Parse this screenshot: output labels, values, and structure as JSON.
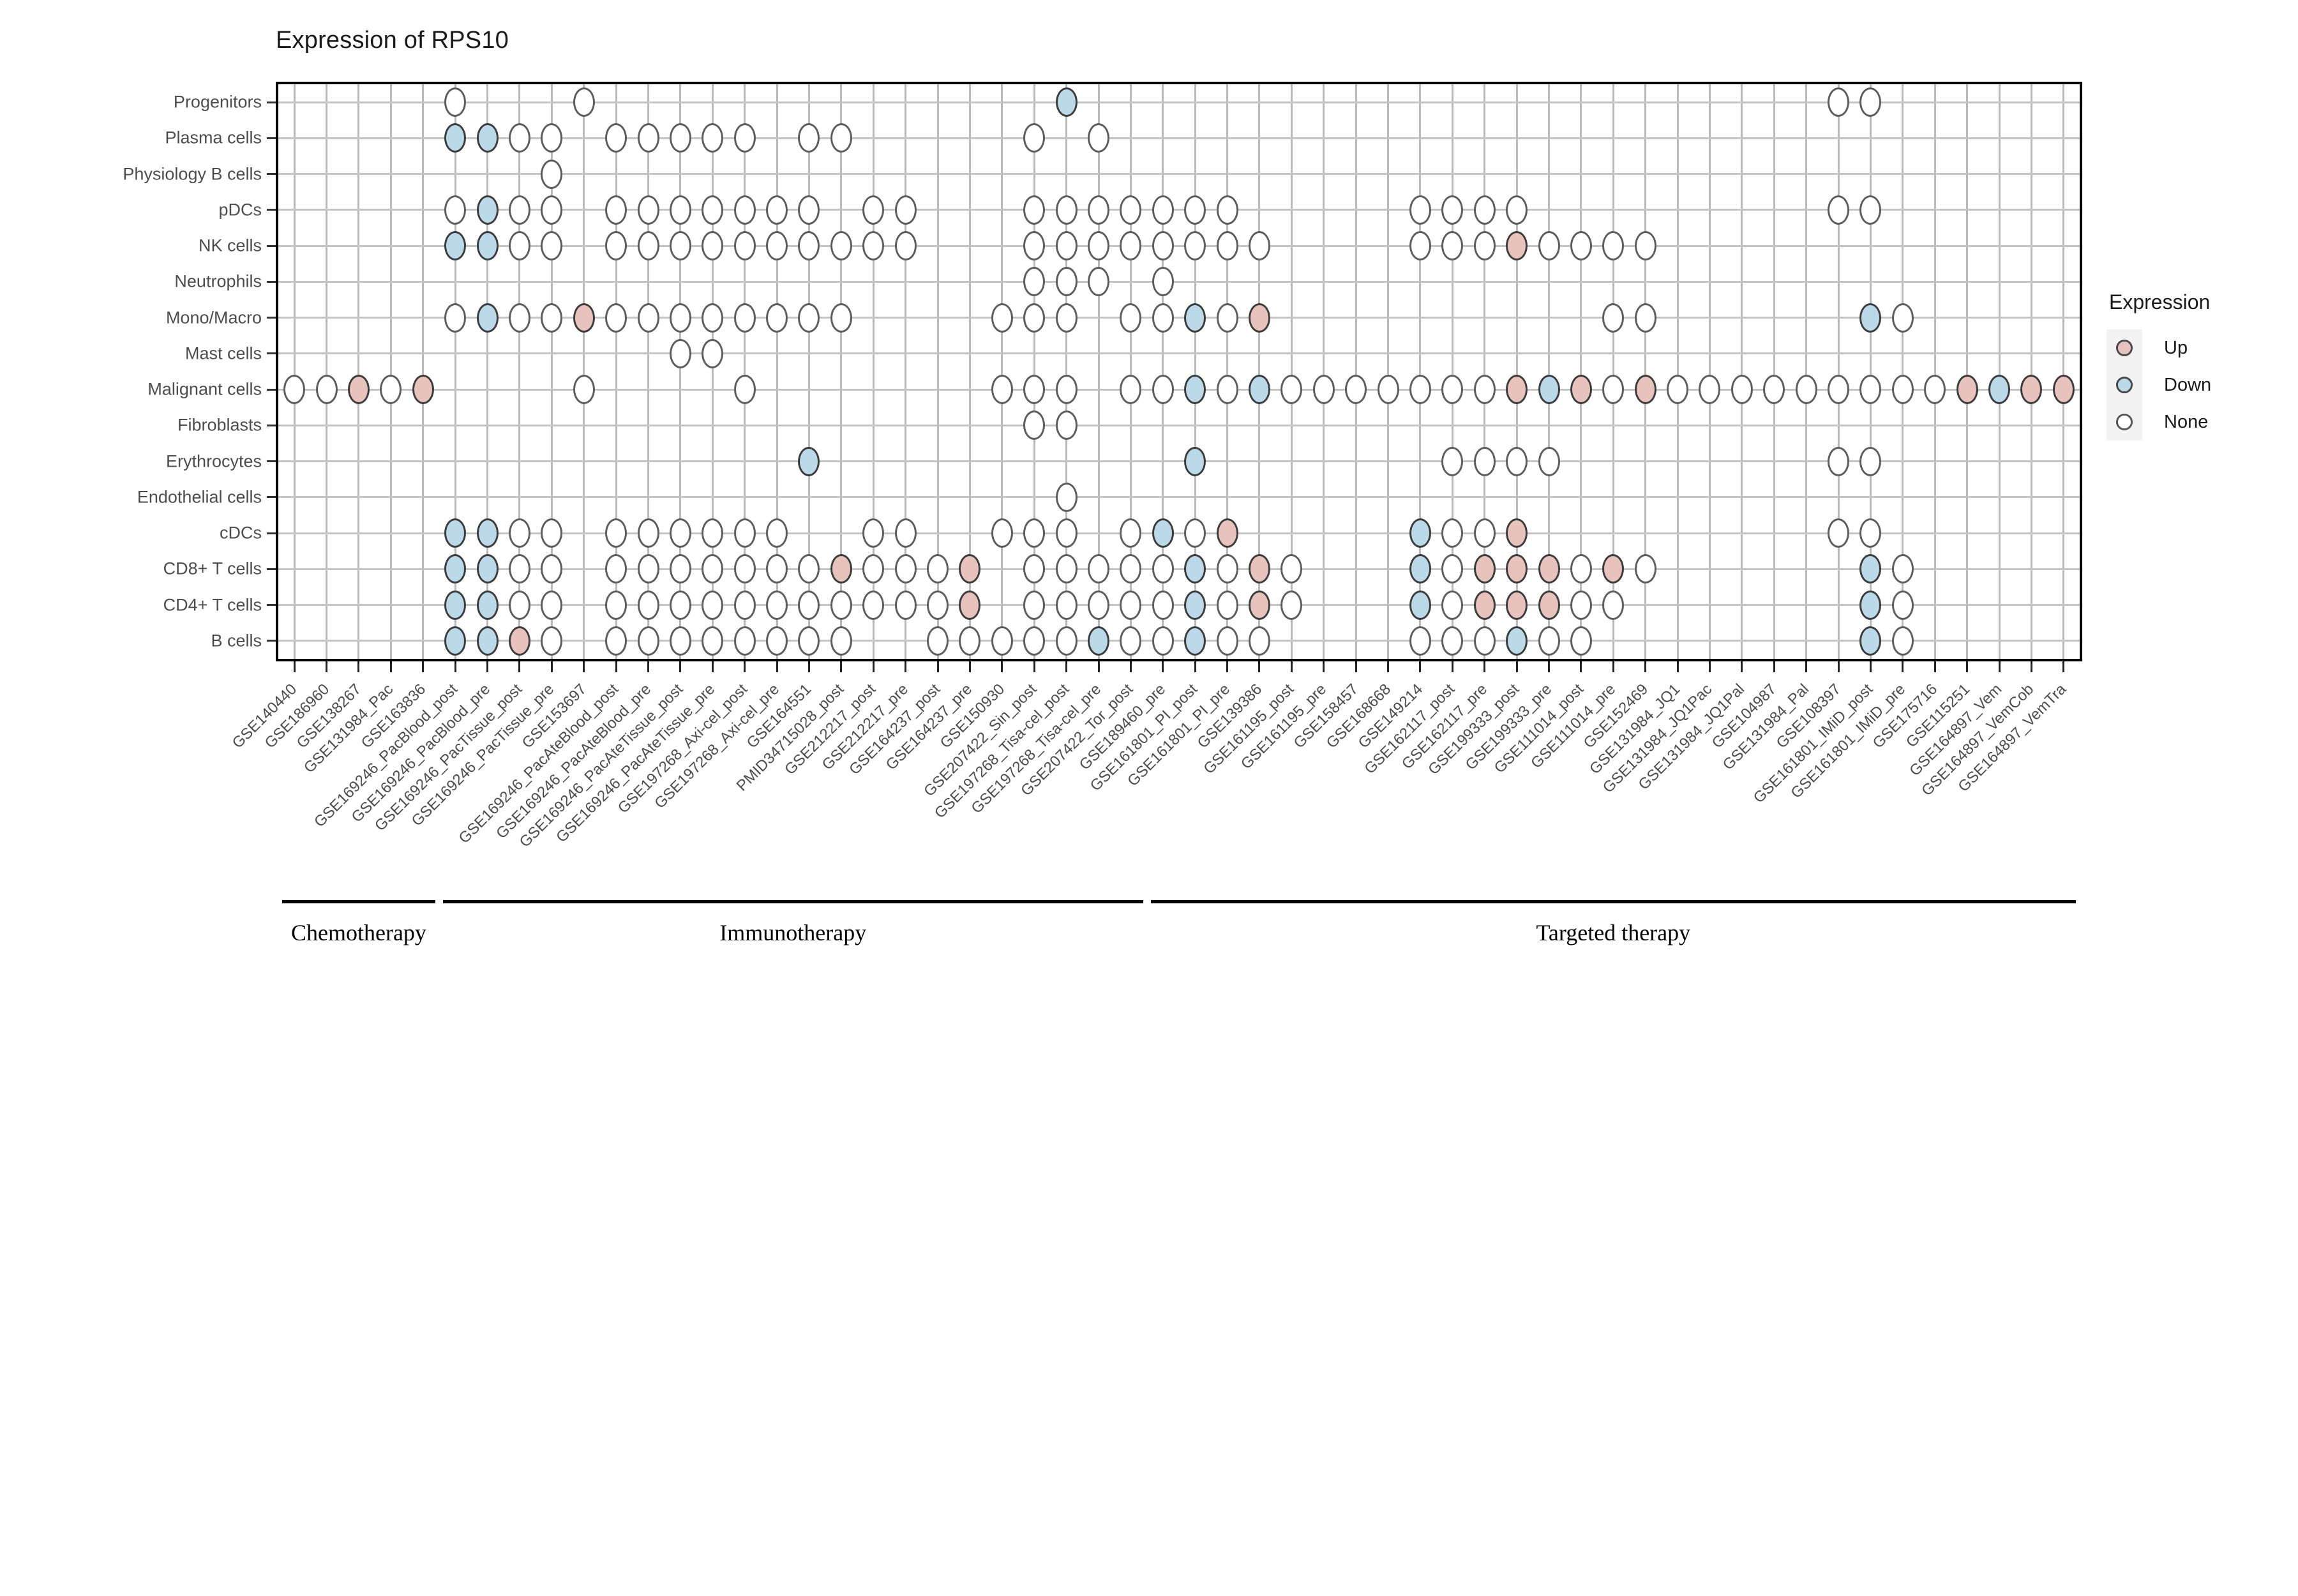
{
  "chart_data": {
    "type": "heatmap",
    "title": "Expression of RPS10",
    "xlabel": "",
    "ylabel": "",
    "grid": true,
    "legend": {
      "title": "Expression",
      "position": "right",
      "entries": [
        {
          "label": "Up",
          "color": "#e8c3bd",
          "state": "up"
        },
        {
          "label": "Down",
          "color": "#bcd9ea",
          "state": "down"
        },
        {
          "label": "None",
          "color": "#ffffff",
          "state": "none"
        }
      ]
    },
    "colors": {
      "up": "#e8c3bd",
      "down": "#bcd9ea",
      "none": "#ffffff",
      "dot_border": "#585858",
      "panel_border": "#000000",
      "grid": "#bdbdbd",
      "axis_text": "#4d4d4d"
    },
    "y_categories": [
      "Progenitors",
      "Plasma cells",
      "Physiology B cells",
      "pDCs",
      "NK cells",
      "Neutrophils",
      "Mono/Macro",
      "Mast cells",
      "Malignant cells",
      "Fibroblasts",
      "Erythrocytes",
      "Endothelial cells",
      "cDCs",
      "CD8+ T cells",
      "CD4+ T cells",
      "B cells"
    ],
    "x_categories": [
      "GSE140440",
      "GSE186960",
      "GSE138267",
      "GSE131984_Pac",
      "GSE163836",
      "GSE169246_PacBlood_post",
      "GSE169246_PacBlood_pre",
      "GSE169246_PacTissue_post",
      "GSE169246_PacTissue_pre",
      "GSE153697",
      "GSE169246_PacAteBlood_post",
      "GSE169246_PacAteBlood_pre",
      "GSE169246_PacAteTissue_post",
      "GSE169246_PacAteTissue_pre",
      "GSE197268_Axi-cel_post",
      "GSE197268_Axi-cel_pre",
      "GSE164551",
      "PMID34715028_post",
      "GSE212217_post",
      "GSE212217_pre",
      "GSE164237_post",
      "GSE164237_pre",
      "GSE150930",
      "GSE207422_Sin_post",
      "GSE197268_Tisa-cel_post",
      "GSE197268_Tisa-cel_pre",
      "GSE207422_Tor_post",
      "GSE189460_pre",
      "GSE161801_PI_post",
      "GSE161801_PI_pre",
      "GSE139386",
      "GSE161195_post",
      "GSE161195_pre",
      "GSE158457",
      "GSE168668",
      "GSE149214",
      "GSE162117_post",
      "GSE162117_pre",
      "GSE199333_post",
      "GSE199333_pre",
      "GSE111014_post",
      "GSE111014_pre",
      "GSE152469",
      "GSE131984_JQ1",
      "GSE131984_JQ1Pac",
      "GSE131984_JQ1Pal",
      "GSE104987",
      "GSE131984_Pal",
      "GSE108397",
      "GSE161801_IMiD_post",
      "GSE161801_IMiD_pre",
      "GSE175716",
      "GSE115251",
      "GSE164897_Vem",
      "GSE164897_VemCob",
      "GSE164897_VemTra"
    ],
    "therapy_groups": [
      {
        "label": "Chemotherapy",
        "start_index": 0,
        "end_index": 4
      },
      {
        "label": "Immunotherapy",
        "start_index": 5,
        "end_index": 26
      },
      {
        "label": "Targeted therapy",
        "start_index": 27,
        "end_index": 55
      }
    ],
    "cells": [
      {
        "row": "Progenitors",
        "values": [
          "",
          "",
          "",
          "",
          "",
          "none",
          "",
          "",
          "",
          "none",
          "",
          "",
          "",
          "",
          "",
          "",
          "",
          "",
          "",
          "",
          "",
          "",
          "",
          "",
          "down",
          "",
          "",
          "",
          "",
          "",
          "",
          "",
          "",
          "",
          "",
          "",
          "",
          "",
          "",
          "",
          "",
          "",
          "",
          "",
          "",
          "",
          "",
          "",
          "none",
          "none",
          "",
          "",
          "",
          "",
          "",
          ""
        ]
      },
      {
        "row": "Plasma cells",
        "values": [
          "",
          "",
          "",
          "",
          "",
          "down",
          "down",
          "none",
          "none",
          "",
          "none",
          "none",
          "none",
          "none",
          "none",
          "",
          "none",
          "none",
          "",
          "",
          "",
          "",
          "",
          "none",
          "",
          "none",
          "",
          "",
          "",
          "",
          "",
          "",
          "",
          "",
          "",
          "",
          "",
          "",
          "",
          "",
          "",
          "",
          "",
          "",
          "",
          "",
          "",
          "",
          "",
          "",
          "",
          "",
          "",
          "",
          "",
          ""
        ]
      },
      {
        "row": "Physiology B cells",
        "values": [
          "",
          "",
          "",
          "",
          "",
          "",
          "",
          "",
          "none",
          "",
          "",
          "",
          "",
          "",
          "",
          "",
          "",
          "",
          "",
          "",
          "",
          "",
          "",
          "",
          "",
          "",
          "",
          "",
          "",
          "",
          "",
          "",
          "",
          "",
          "",
          "",
          "",
          "",
          "",
          "",
          "",
          "",
          "",
          "",
          "",
          "",
          "",
          "",
          "",
          "",
          "",
          "",
          "",
          "",
          "",
          ""
        ]
      },
      {
        "row": "pDCs",
        "values": [
          "",
          "",
          "",
          "",
          "",
          "none",
          "down",
          "none",
          "none",
          "",
          "none",
          "none",
          "none",
          "none",
          "none",
          "none",
          "none",
          "",
          "none",
          "none",
          "",
          "",
          "",
          "none",
          "none",
          "none",
          "none",
          "none",
          "none",
          "none",
          "",
          "",
          "",
          "",
          "",
          "none",
          "none",
          "none",
          "none",
          "",
          "",
          "",
          "",
          "",
          "",
          "",
          "",
          "",
          "none",
          "none",
          "",
          "",
          "",
          "",
          "",
          ""
        ]
      },
      {
        "row": "NK cells",
        "values": [
          "",
          "",
          "",
          "",
          "",
          "down",
          "down",
          "none",
          "none",
          "",
          "none",
          "none",
          "none",
          "none",
          "none",
          "none",
          "none",
          "none",
          "none",
          "none",
          "",
          "",
          "",
          "none",
          "none",
          "none",
          "none",
          "none",
          "none",
          "none",
          "none",
          "",
          "",
          "",
          "",
          "none",
          "none",
          "none",
          "up",
          "none",
          "none",
          "none",
          "none",
          "",
          "",
          "",
          "",
          "",
          "",
          "",
          "",
          "",
          "",
          "",
          "",
          ""
        ]
      },
      {
        "row": "Neutrophils",
        "values": [
          "",
          "",
          "",
          "",
          "",
          "",
          "",
          "",
          "",
          "",
          "",
          "",
          "",
          "",
          "",
          "",
          "",
          "",
          "",
          "",
          "",
          "",
          "",
          "none",
          "none",
          "none",
          "",
          "none",
          "",
          "",
          "",
          "",
          "",
          "",
          "",
          "",
          "",
          "",
          "",
          "",
          "",
          "",
          "",
          "",
          "",
          "",
          "",
          "",
          "",
          "",
          "",
          "",
          "",
          "",
          "",
          ""
        ]
      },
      {
        "row": "Mono/Macro",
        "values": [
          "",
          "",
          "",
          "",
          "",
          "none",
          "down",
          "none",
          "none",
          "up",
          "none",
          "none",
          "none",
          "none",
          "none",
          "none",
          "none",
          "none",
          "",
          "",
          "",
          "",
          "none",
          "none",
          "none",
          "",
          "none",
          "none",
          "down",
          "none",
          "up",
          "",
          "",
          "",
          "",
          "",
          "",
          "",
          "",
          "",
          "",
          "none",
          "none",
          "",
          "",
          "",
          "",
          "",
          "",
          "down",
          "none",
          "",
          "",
          "",
          "",
          ""
        ]
      },
      {
        "row": "Mast cells",
        "values": [
          "",
          "",
          "",
          "",
          "",
          "",
          "",
          "",
          "",
          "",
          "",
          "",
          "none",
          "none",
          "",
          "",
          "",
          "",
          "",
          "",
          "",
          "",
          "",
          "",
          "",
          "",
          "",
          "",
          "",
          "",
          "",
          "",
          "",
          "",
          "",
          "",
          "",
          "",
          "",
          "",
          "",
          "",
          "",
          "",
          "",
          "",
          "",
          "",
          "",
          "",
          "",
          "",
          "",
          "",
          "",
          ""
        ]
      },
      {
        "row": "Malignant cells",
        "values": [
          "none",
          "none",
          "up",
          "none",
          "up",
          "",
          "",
          "",
          "",
          "none",
          "",
          "",
          "",
          "",
          "none",
          "",
          "",
          "",
          "",
          "",
          "",
          "",
          "none",
          "none",
          "none",
          "",
          "none",
          "none",
          "down",
          "none",
          "down",
          "none",
          "none",
          "none",
          "none",
          "none",
          "none",
          "none",
          "up",
          "down",
          "up",
          "none",
          "up",
          "none",
          "none",
          "none",
          "none",
          "none",
          "none",
          "none",
          "none",
          "none",
          "up",
          "down",
          "up",
          "up"
        ]
      },
      {
        "row": "Fibroblasts",
        "values": [
          "",
          "",
          "",
          "",
          "",
          "",
          "",
          "",
          "",
          "",
          "",
          "",
          "",
          "",
          "",
          "",
          "",
          "",
          "",
          "",
          "",
          "",
          "",
          "none",
          "none",
          "",
          "",
          "",
          "",
          "",
          "",
          "",
          "",
          "",
          "",
          "",
          "",
          "",
          "",
          "",
          "",
          "",
          "",
          "",
          "",
          "",
          "",
          "",
          "",
          "",
          "",
          "",
          "",
          "",
          "",
          ""
        ]
      },
      {
        "row": "Erythrocytes",
        "values": [
          "",
          "",
          "",
          "",
          "",
          "",
          "",
          "",
          "",
          "",
          "",
          "",
          "",
          "",
          "",
          "",
          "down",
          "",
          "",
          "",
          "",
          "",
          "",
          "",
          "",
          "",
          "",
          "",
          "down",
          "",
          "",
          "",
          "",
          "",
          "",
          "",
          "none",
          "none",
          "none",
          "none",
          "",
          "",
          "",
          "",
          "",
          "",
          "",
          "",
          "none",
          "none",
          "",
          "",
          "",
          "",
          "",
          ""
        ]
      },
      {
        "row": "Endothelial cells",
        "values": [
          "",
          "",
          "",
          "",
          "",
          "",
          "",
          "",
          "",
          "",
          "",
          "",
          "",
          "",
          "",
          "",
          "",
          "",
          "",
          "",
          "",
          "",
          "",
          "",
          "none",
          "",
          "",
          "",
          "",
          "",
          "",
          "",
          "",
          "",
          "",
          "",
          "",
          "",
          "",
          "",
          "",
          "",
          "",
          "",
          "",
          "",
          "",
          "",
          "",
          "",
          "",
          "",
          "",
          "",
          "",
          ""
        ]
      },
      {
        "row": "cDCs",
        "values": [
          "",
          "",
          "",
          "",
          "",
          "down",
          "down",
          "none",
          "none",
          "",
          "none",
          "none",
          "none",
          "none",
          "none",
          "none",
          "",
          "",
          "none",
          "none",
          "",
          "",
          "none",
          "none",
          "none",
          "",
          "none",
          "down",
          "none",
          "up",
          "",
          "",
          "",
          "",
          "",
          "down",
          "none",
          "none",
          "up",
          "",
          "",
          "",
          "",
          "",
          "",
          "",
          "",
          "",
          "none",
          "none",
          "",
          "",
          "",
          "",
          "",
          ""
        ]
      },
      {
        "row": "CD8+ T cells",
        "values": [
          "",
          "",
          "",
          "",
          "",
          "down",
          "down",
          "none",
          "none",
          "",
          "none",
          "none",
          "none",
          "none",
          "none",
          "none",
          "none",
          "up",
          "none",
          "none",
          "none",
          "up",
          "",
          "none",
          "none",
          "none",
          "none",
          "none",
          "down",
          "none",
          "up",
          "none",
          "",
          "",
          "",
          "down",
          "none",
          "up",
          "up",
          "up",
          "none",
          "up",
          "none",
          "",
          "",
          "",
          "",
          "",
          "",
          "down",
          "none",
          "",
          "",
          "",
          "",
          ""
        ]
      },
      {
        "row": "CD4+ T cells",
        "values": [
          "",
          "",
          "",
          "",
          "",
          "down",
          "down",
          "none",
          "none",
          "",
          "none",
          "none",
          "none",
          "none",
          "none",
          "none",
          "none",
          "none",
          "none",
          "none",
          "none",
          "up",
          "",
          "none",
          "none",
          "none",
          "none",
          "none",
          "down",
          "none",
          "up",
          "none",
          "",
          "",
          "",
          "down",
          "none",
          "up",
          "up",
          "up",
          "none",
          "none",
          "",
          "",
          "",
          "",
          "",
          "",
          "",
          "down",
          "none",
          "",
          "",
          "",
          "",
          ""
        ]
      },
      {
        "row": "B cells",
        "values": [
          "",
          "",
          "",
          "",
          "",
          "down",
          "down",
          "up",
          "none",
          "",
          "none",
          "none",
          "none",
          "none",
          "none",
          "none",
          "none",
          "none",
          "",
          "",
          "none",
          "none",
          "none",
          "none",
          "none",
          "down",
          "none",
          "none",
          "down",
          "none",
          "none",
          "",
          "",
          "",
          "",
          "none",
          "none",
          "none",
          "down",
          "none",
          "none",
          "",
          "",
          "",
          "",
          "",
          "",
          "",
          "",
          "down",
          "none",
          "",
          "",
          "",
          "",
          ""
        ]
      }
    ]
  }
}
